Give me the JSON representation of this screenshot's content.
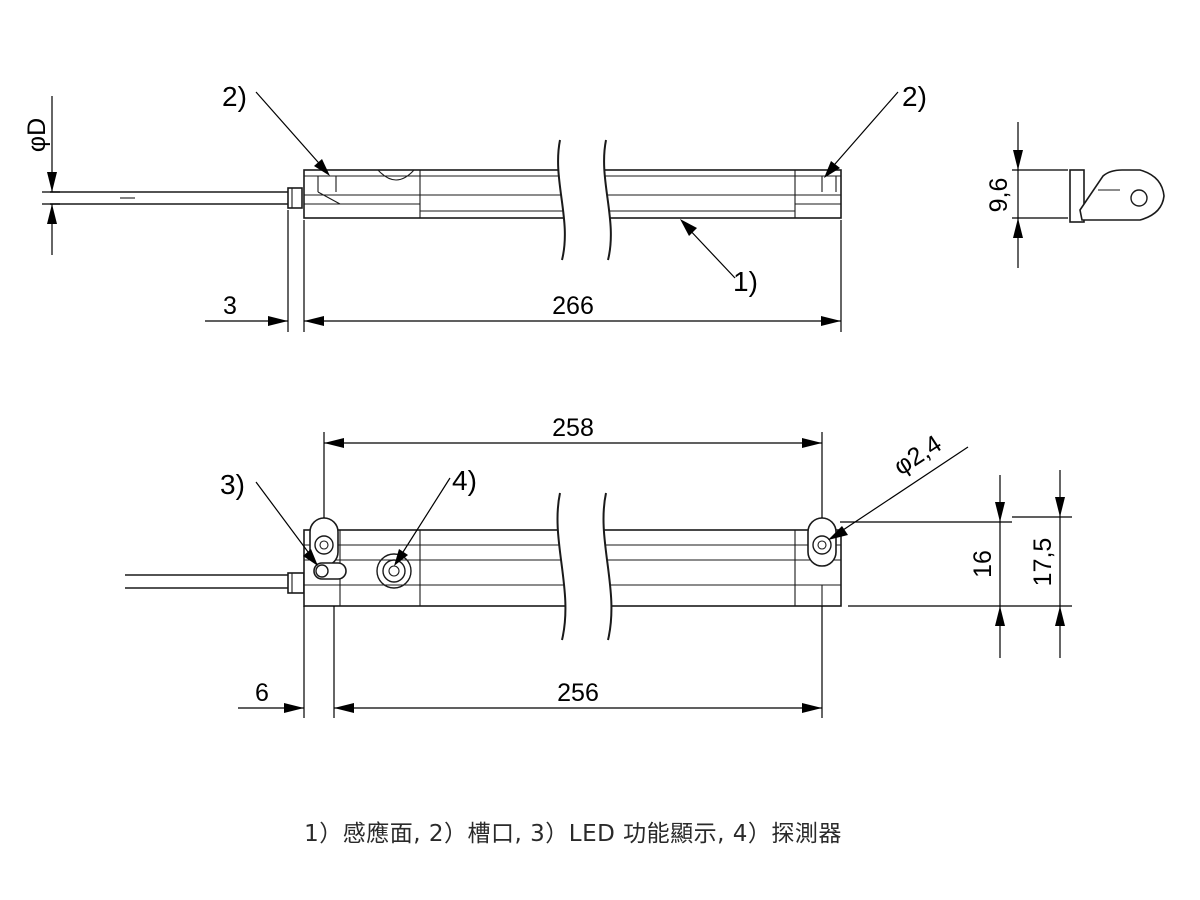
{
  "dimensions": {
    "cable_diameter": "φD",
    "connector_offset_top": "3",
    "length_top": "266",
    "height_side": "9,6",
    "mount_pitch": "258",
    "hole_diameter": "φ2,4",
    "connector_offset_bottom": "6",
    "length_bottom": "256",
    "height_16": "16",
    "height_17_5": "17,5"
  },
  "callouts": {
    "sensing_face": "1)",
    "slot_left": "2)",
    "slot_right": "2)",
    "led": "3)",
    "detector": "4)"
  },
  "legend": "1）感應面, 2）槽口, 3）LED 功能顯示, 4）探測器"
}
